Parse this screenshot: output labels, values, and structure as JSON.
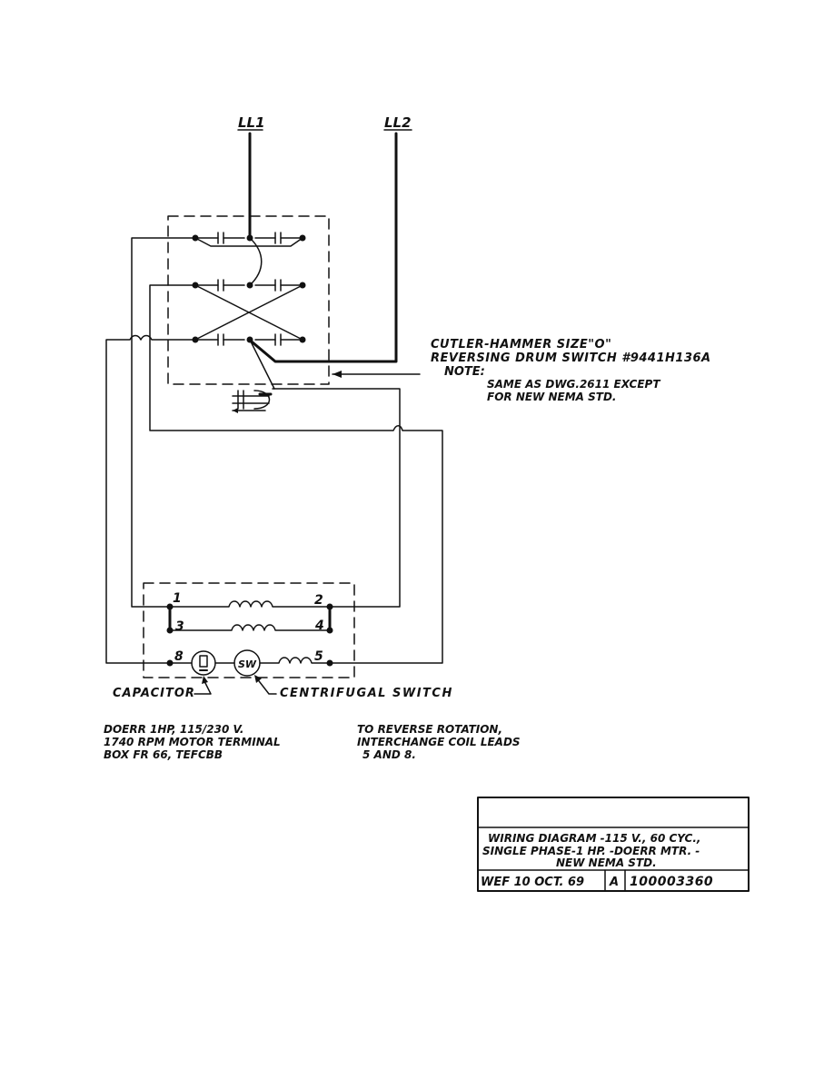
{
  "lines": {
    "l1": "LL1",
    "l2": "LL2"
  },
  "switch_note": {
    "line1": "CUTLER-HAMMER SIZE\"O\"",
    "line2": "REVERSING DRUM SWITCH #9441H136A",
    "note_label": "NOTE:",
    "note1": "SAME AS DWG.2611 EXCEPT",
    "note2": "FOR NEW NEMA STD."
  },
  "terminals": {
    "t1": "1",
    "t2": "2",
    "t3": "3",
    "t4": "4",
    "t5": "5",
    "t8": "8"
  },
  "components": {
    "capacitor_label": "CAPACITOR",
    "switch_label": "CENTRIFUGAL SWITCH",
    "switch_symbol": "SW"
  },
  "motor_note": {
    "line1": "DOERR 1HP, 115/230 V.",
    "line2": "1740 RPM MOTOR TERMINAL",
    "line3": "BOX FR 66, TEFCBB"
  },
  "reverse_note": {
    "line1": "TO REVERSE ROTATION,",
    "line2": "INTERCHANGE COIL LEADS",
    "line3": "5 AND 8."
  },
  "title_block": {
    "title1": "WIRING DIAGRAM -115 V., 60 CYC.,",
    "title2": "SINGLE PHASE-1 HP. -DOERR MTR. -",
    "title3": "NEW NEMA STD.",
    "date": "WEF 10 OCT. 69",
    "rev": "A",
    "number": "100003360"
  }
}
